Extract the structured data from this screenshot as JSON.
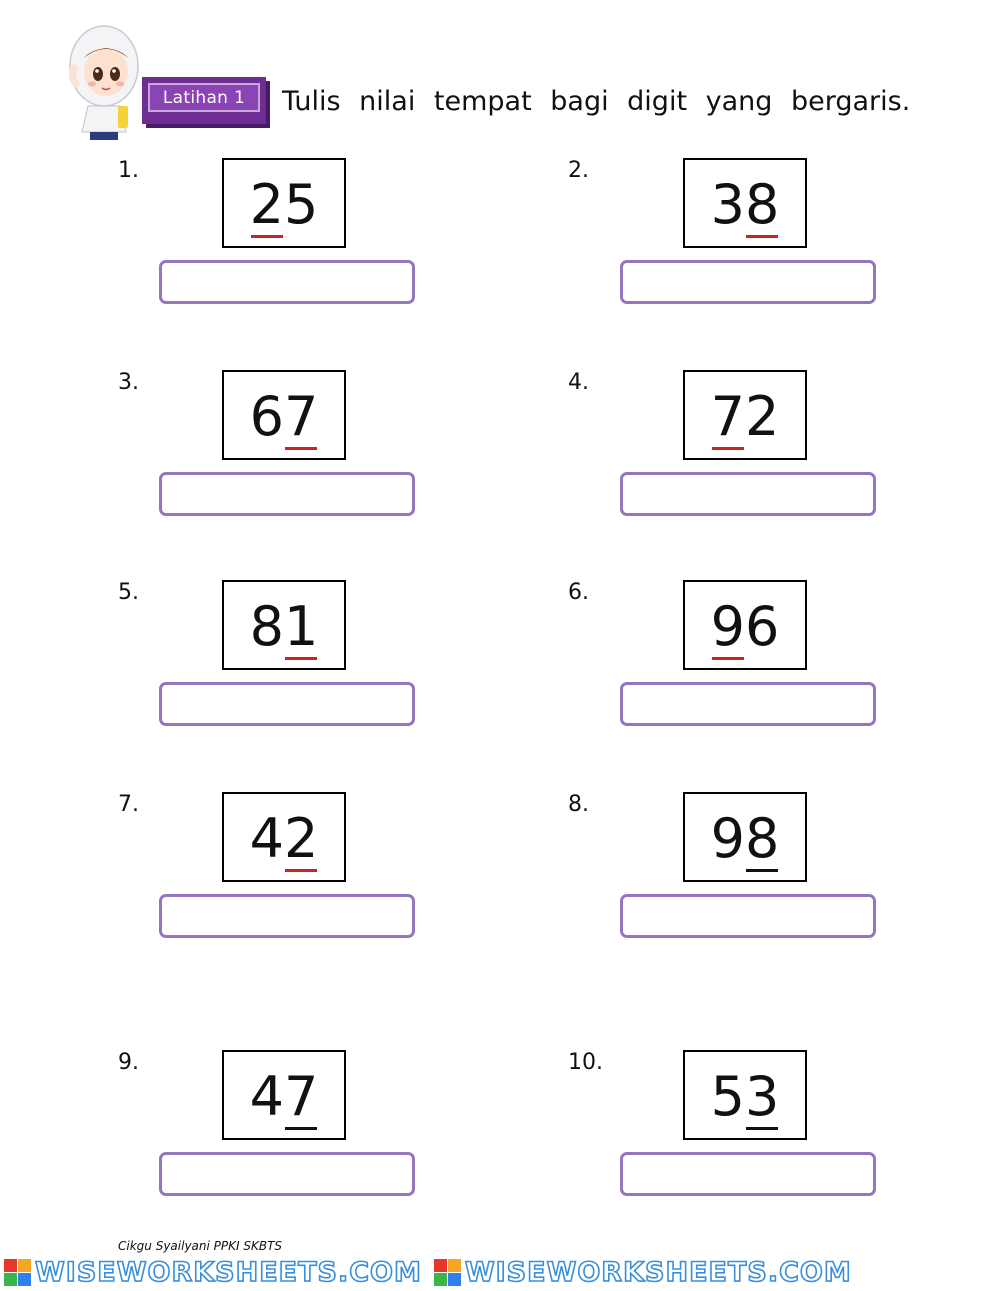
{
  "header": {
    "badge": "Latihan 1",
    "instruction": "Tulis nilai tempat bagi digit yang bergaris."
  },
  "questions": [
    {
      "num": "1.",
      "digits": [
        "2",
        "5"
      ],
      "underlined": 0,
      "underline_color": "#cc2222"
    },
    {
      "num": "2.",
      "digits": [
        "3",
        "8"
      ],
      "underlined": 1,
      "underline_color": "#cc2222"
    },
    {
      "num": "3.",
      "digits": [
        "6",
        "7"
      ],
      "underlined": 1,
      "underline_color": "#cc2222"
    },
    {
      "num": "4.",
      "digits": [
        "7",
        "2"
      ],
      "underlined": 0,
      "underline_color": "#cc2222"
    },
    {
      "num": "5.",
      "digits": [
        "8",
        "1"
      ],
      "underlined": 1,
      "underline_color": "#cc2222"
    },
    {
      "num": "6.",
      "digits": [
        "9",
        "6"
      ],
      "underlined": 0,
      "underline_color": "#cc2222"
    },
    {
      "num": "7.",
      "digits": [
        "4",
        "2"
      ],
      "underlined": 1,
      "underline_color": "#cc2222"
    },
    {
      "num": "8.",
      "digits": [
        "9",
        "8"
      ],
      "underlined": 1,
      "underline_color": "#111111"
    },
    {
      "num": "9.",
      "digits": [
        "4",
        "7"
      ],
      "underlined": 1,
      "underline_color": "#111111"
    },
    {
      "num": "10.",
      "digits": [
        "5",
        "3"
      ],
      "underlined": 1,
      "underline_color": "#111111"
    }
  ],
  "credit": "Cikgu Syailyani PPKI SKBTS",
  "footer": {
    "brand": "WISEWORKSHEETS.COM",
    "logo_letters": [
      "W",
      "I",
      "S",
      "E"
    ]
  },
  "colors": {
    "badge": "#6e2d92",
    "answer_border": "#9576be",
    "brand_outline": "#3a8fd8"
  }
}
